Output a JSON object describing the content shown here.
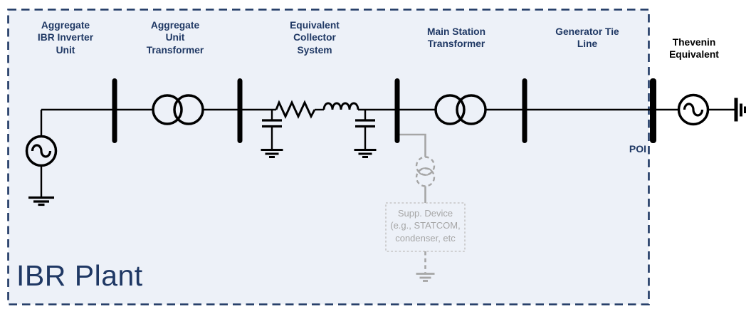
{
  "title": "IBR Plant",
  "component_labels": {
    "inverter": "Aggregate\nIBR Inverter\nUnit",
    "unit_transformer": "Aggregate\nUnit\nTransformer",
    "collector_system": "Equivalent\nCollector\nSystem",
    "main_transformer": "Main Station\nTransformer",
    "tie_line": "Generator Tie\nLine",
    "thevenin": "Thevenin\nEquivalent",
    "poi": "POI"
  },
  "supp_device": {
    "label": "Supp. Device\n(e.g., STATCOM,\ncondenser, etc"
  },
  "one_line_sequence": [
    "ac-source",
    "busbar",
    "two-winding-transformer",
    "busbar",
    "shunt-capacitor",
    "series-resistor",
    "series-inductor",
    "shunt-capacitor",
    "busbar",
    "supplementary-device-shunt-branch",
    "two-winding-transformer",
    "busbar",
    "tie-line",
    "poi-busbar",
    "thevenin-ac-source",
    "ground"
  ],
  "icons": {
    "ac-source-icon": "circle with sine wave",
    "busbar-icon": "thick vertical bar",
    "transformer-icon": "two overlapping circles",
    "resistor-icon": "zigzag line",
    "inductor-icon": "four coil humps",
    "capacitor-icon": "two parallel plates",
    "ground-icon": "three shrinking bars",
    "supp-device-icon": "dashed overlapping circles",
    "thevenin-ground-icon": "three shrinking vertical bars"
  },
  "colors": {
    "navy": "#1f3864",
    "plant_fill": "#edf1f8",
    "circuit_black": "#000000",
    "gray_branch": "#a6a6a6",
    "gray_box_border": "#c6c6c6",
    "thevenin_label": "#000000",
    "background": "#ffffff"
  }
}
